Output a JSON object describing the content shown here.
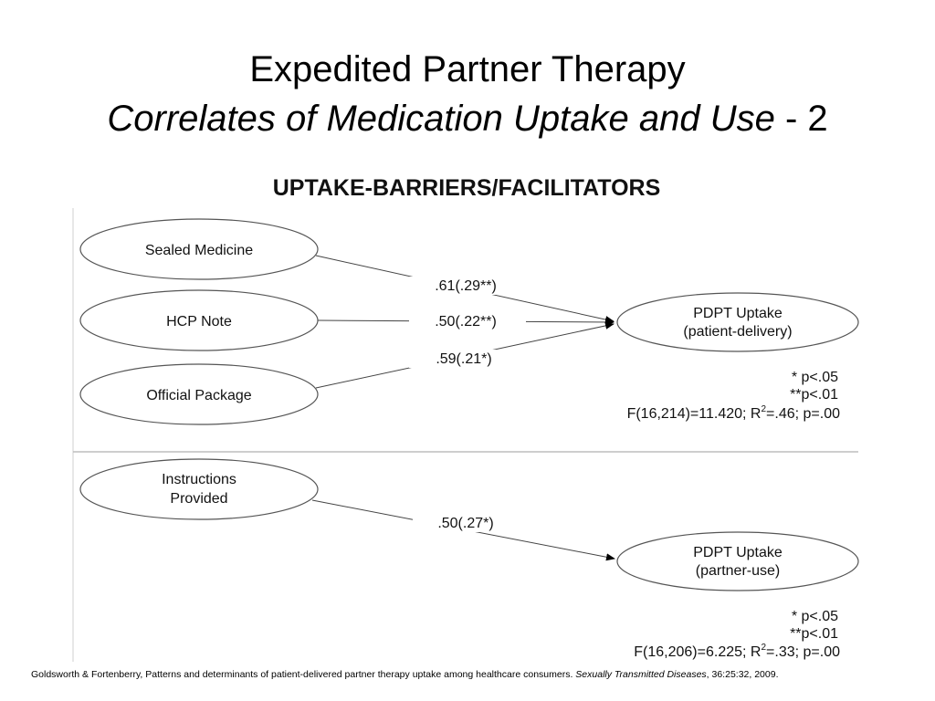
{
  "slide": {
    "title_main": "Expedited Partner Therapy",
    "title_italic": "Correlates of Medication Uptake and Use",
    "title_suffix": " - 2"
  },
  "diagram": {
    "heading": "UPTAKE-BARRIERS/FACILITATORS",
    "top_panel": {
      "predictors": [
        {
          "label": "Sealed Medicine",
          "coefficient": ".61(.29**)"
        },
        {
          "label": "HCP Note",
          "coefficient": ".50(.22**)"
        },
        {
          "label": "Official Package",
          "coefficient": ".59(.21*)"
        }
      ],
      "outcome_line1": "PDPT Uptake",
      "outcome_line2": "(patient-delivery)",
      "sig_note_1": "* p<.05",
      "sig_note_2": "**p<.01",
      "stats_prefix": "F(16,214)=11.420; R",
      "stats_sup": "2",
      "stats_suffix": "=.46; p=.00"
    },
    "bottom_panel": {
      "predictor_line1": "Instructions",
      "predictor_line2": "Provided",
      "coefficient": ".50(.27*)",
      "outcome_line1": "PDPT Uptake",
      "outcome_line2": "(partner-use)",
      "sig_note_1": "* p<.05",
      "sig_note_2": "**p<.01",
      "stats_prefix": "F(16,206)=6.225; R",
      "stats_sup": "2",
      "stats_suffix": "=.33; p=.00"
    }
  },
  "citation": {
    "text_before": "Goldsworth & Fortenberry, Patterns and determinants of patient-delivered partner therapy uptake among healthcare consumers. ",
    "journal": "Sexually Transmitted Diseases",
    "text_after": ", 36:25:32, 2009."
  }
}
